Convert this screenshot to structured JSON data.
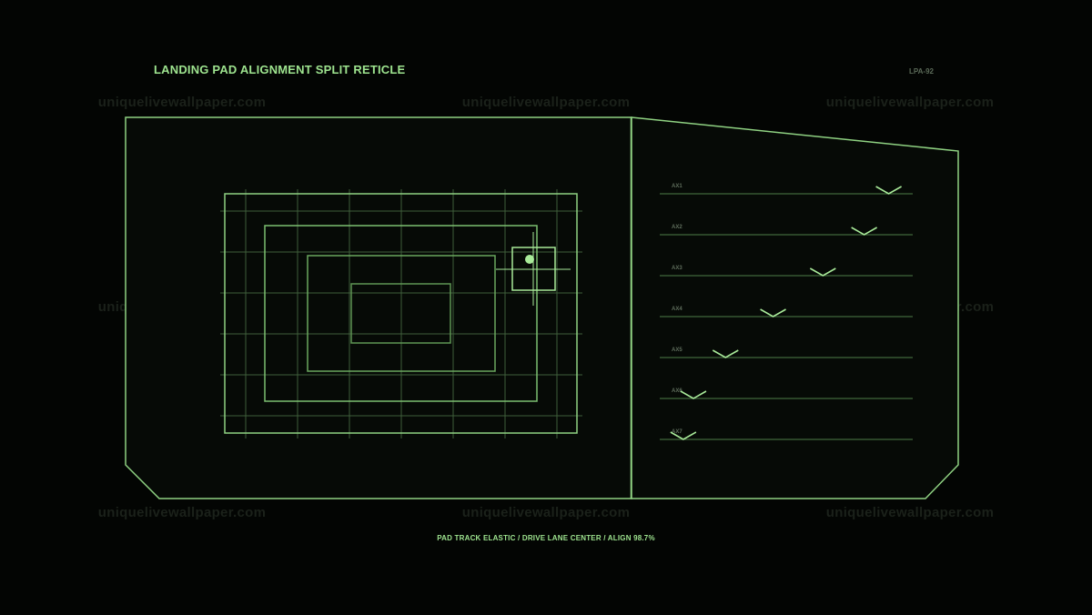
{
  "header": {
    "title": "LANDING PAD ALIGNMENT SPLIT RETICLE",
    "code": "LPA-92"
  },
  "footer": {
    "status": "PAD TRACK ELASTIC / DRIVE LANE CENTER / ALIGN 98.7%"
  },
  "watermark": {
    "text": "uniquelivewallpaper.com"
  },
  "axes": [
    {
      "label": "AX1",
      "value": 0.905
    },
    {
      "label": "AX2",
      "value": 0.808
    },
    {
      "label": "AX3",
      "value": 0.645
    },
    {
      "label": "AX4",
      "value": 0.448
    },
    {
      "label": "AX5",
      "value": 0.26
    },
    {
      "label": "AX6",
      "value": 0.133
    },
    {
      "label": "AX7",
      "value": 0.093
    }
  ],
  "colors": {
    "accent": "#9ee48f",
    "background": "#030503"
  }
}
